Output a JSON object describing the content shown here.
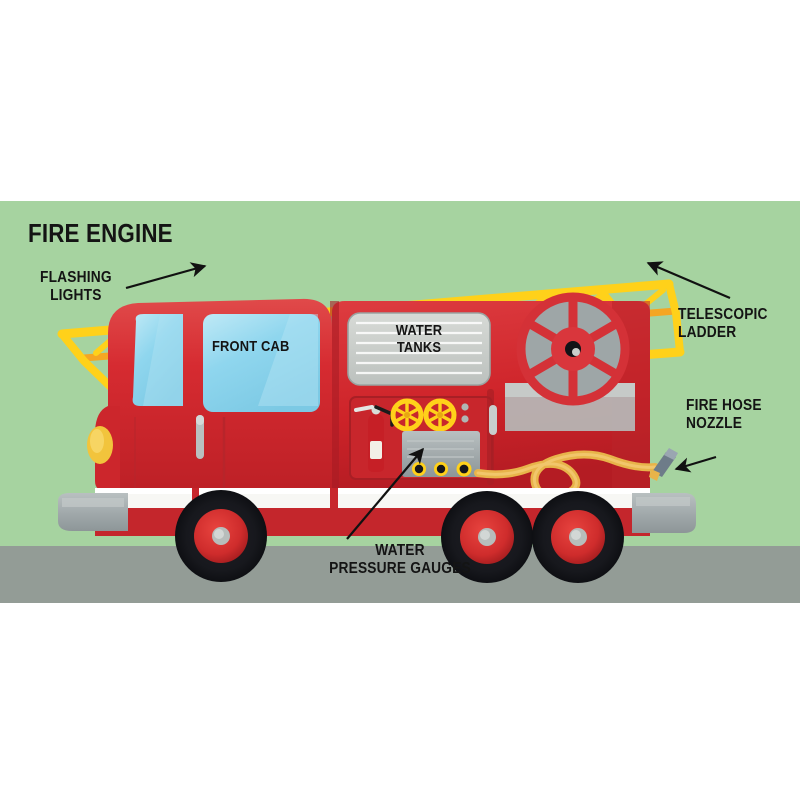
{
  "page": {
    "title": "FIRE ENGINE",
    "background_color": "#ffffff",
    "ground_color": "#939c96",
    "sky_color": "#a6d3a0"
  },
  "palette": {
    "body_red": "#d32a30",
    "body_red_dark": "#b01f26",
    "body_red_light": "#e0454a",
    "ladder_yellow": "#ffd11a",
    "ladder_orange": "#f5a623",
    "glass_blue": "#8ed4ec",
    "glass_blue_light": "#bde8f5",
    "light_blue": "#2f5fc4",
    "metal_gray": "#a9b0b2",
    "metal_gray_dark": "#8b9496",
    "white_stripe": "#f7f7f4",
    "tire_black": "#17181d",
    "hose_gold": "#e8b44a",
    "headlight_yellow": "#f2c43c",
    "label_text": "#141414"
  },
  "labels": {
    "title": "FIRE ENGINE",
    "flashing_lights": "FLASHING\nLIGHTS",
    "telescopic_ladder": "TELESCOPIC\nLADDER",
    "fire_hose_nozzle": "FIRE HOSE\nNOZZLE",
    "water_pressure_gauges": "WATER\nPRESSURE GAUGES"
  },
  "truck_text": {
    "front_cab": "FRONT CAB",
    "water_tanks": "WATER\nTANKS",
    "water_tanks_line1": "WATER",
    "water_tanks_line2": "TANKS"
  },
  "callouts": [
    {
      "name": "flashing-lights",
      "label": "FLASHING LIGHTS",
      "arrow": "points-right-up-to-dome-light"
    },
    {
      "name": "telescopic-ladder",
      "label": "TELESCOPIC LADDER",
      "arrow": "points-left-up-to-ladder"
    },
    {
      "name": "fire-hose-nozzle",
      "label": "FIRE HOSE NOZZLE",
      "arrow": "points-left-to-nozzle"
    },
    {
      "name": "water-pressure-gauges",
      "label": "WATER PRESSURE GAUGES",
      "arrow": "points-up-right-to-gauge-panel"
    }
  ],
  "vehicle_parts": [
    "flashing-dome-light",
    "front-cab",
    "cab-windshield",
    "cab-side-window",
    "cab-door-handle",
    "headlight",
    "front-bumper",
    "water-tanks-panel",
    "equipment-bay",
    "fire-extinguisher",
    "valve-wheel-left",
    "valve-wheel-right",
    "gauge-panel",
    "gauge-port-1",
    "gauge-port-2",
    "gauge-port-3",
    "hose-reel",
    "fire-hose",
    "hose-nozzle",
    "telescopic-ladder",
    "white-body-stripe",
    "front-wheel",
    "rear-wheel-1",
    "rear-wheel-2",
    "rear-bumper"
  ]
}
